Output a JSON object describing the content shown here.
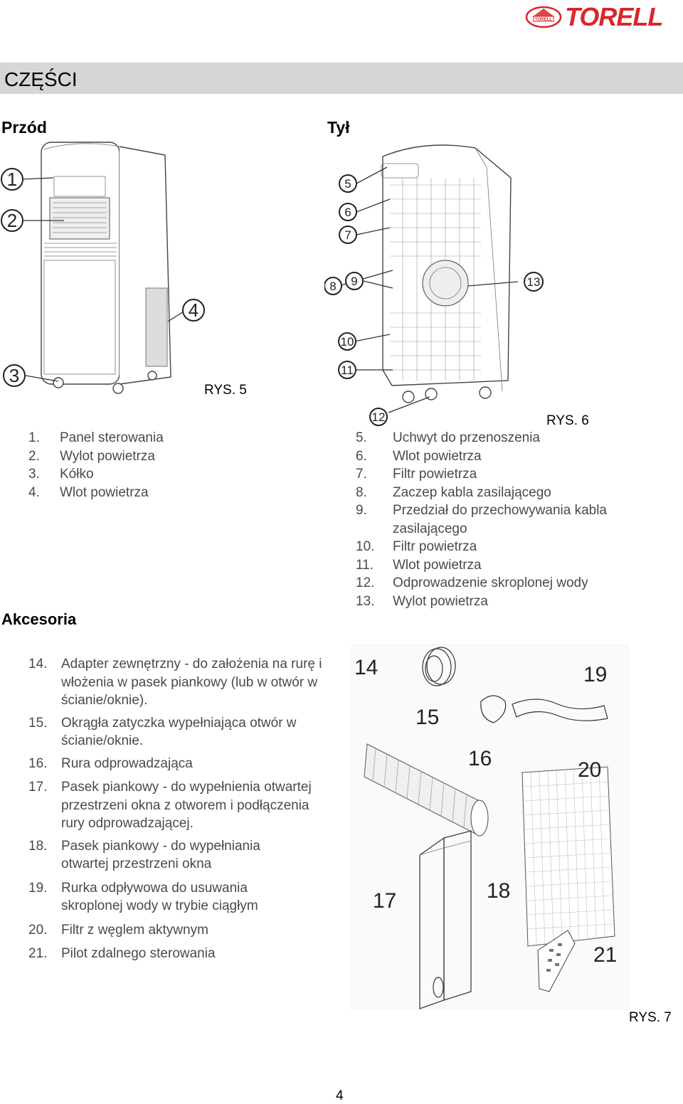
{
  "brand": {
    "name": "TORELL",
    "badge_text": "TORELL"
  },
  "section": {
    "title": "CZĘŚCI"
  },
  "front": {
    "title": "Przód",
    "figure_label": "RYS. 5",
    "callouts": [
      "1",
      "2",
      "3",
      "4"
    ]
  },
  "back": {
    "title": "Tył",
    "figure_label": "RYS. 6",
    "callouts": [
      "5",
      "6",
      "7",
      "8",
      "9",
      "10",
      "11",
      "12",
      "13"
    ]
  },
  "front_parts": [
    {
      "num": "1.",
      "label": "Panel sterowania"
    },
    {
      "num": "2.",
      "label": "Wylot powietrza"
    },
    {
      "num": "3.",
      "label": "Kółko"
    },
    {
      "num": "4.",
      "label": "Wlot powietrza"
    }
  ],
  "back_parts": [
    {
      "num": "5.",
      "label": "Uchwyt do przenoszenia"
    },
    {
      "num": "6.",
      "label": "Wlot powietrza"
    },
    {
      "num": "7.",
      "label": "Filtr powietrza"
    },
    {
      "num": "8.",
      "label": "Zaczep kabla zasilającego"
    },
    {
      "num": "9.",
      "label": "Przedział do przechowywania kabla zasilającego"
    },
    {
      "num": "10.",
      "label": "Filtr powietrza"
    },
    {
      "num": "11.",
      "label": "Wlot powietrza"
    },
    {
      "num": "12.",
      "label": "Odprowadzenie skroplonej wody"
    },
    {
      "num": "13.",
      "label": "Wylot powietrza"
    }
  ],
  "accessories": {
    "title": "Akcesoria",
    "figure_label": "RYS. 7",
    "callouts": [
      "14",
      "15",
      "16",
      "17",
      "18",
      "19",
      "20",
      "21"
    ],
    "items": [
      {
        "num": "14.",
        "label": "Adapter zewnętrzny - do założenia na rurę i włożenia w pasek piankowy (lub w otwór w ścianie/oknie)."
      },
      {
        "num": "15.",
        "label": "Okrągła zatyczka wypełniająca otwór w ścianie/oknie."
      },
      {
        "num": "16.",
        "label": "Rura odprowadzająca"
      },
      {
        "num": "17.",
        "label": "Pasek piankowy - do wypełnienia otwartej przestrzeni okna z otworem i podłączenia rury odprowadzającej."
      },
      {
        "num": "18.",
        "label": "Pasek piankowy - do wypełniania otwartej przestrzeni okna"
      },
      {
        "num": "19.",
        "label": "Rurka odpływowa do usuwania skroplonej wody w trybie ciągłym"
      },
      {
        "num": "20.",
        "label": "Filtr z węglem aktywnym"
      },
      {
        "num": "21.",
        "label": "Pilot zdalnego sterowania"
      }
    ]
  },
  "page_number": "4",
  "colors": {
    "brand_red": "#d9262b",
    "section_bar": "#d6d6d6"
  }
}
